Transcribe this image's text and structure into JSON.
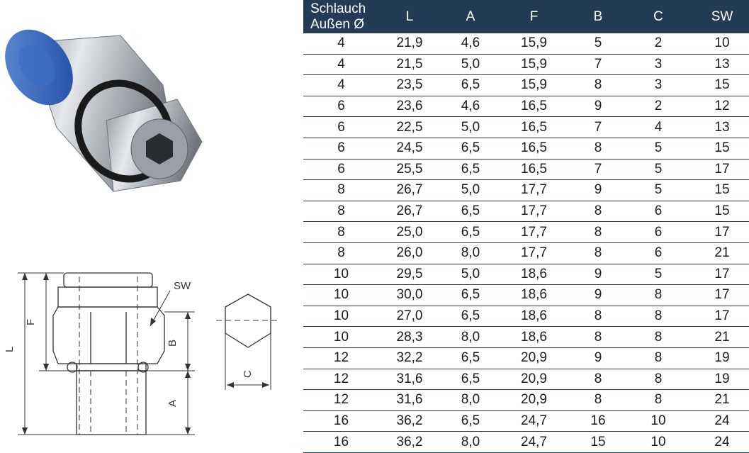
{
  "drawing": {
    "labels": {
      "sw": "SW",
      "l": "L",
      "f": "F",
      "b": "B",
      "a": "A",
      "c": "C"
    }
  },
  "table": {
    "headers": [
      {
        "line1": "Schlauch",
        "line2": "Außen Ø"
      },
      {
        "line1": "L"
      },
      {
        "line1": "A"
      },
      {
        "line1": "F"
      },
      {
        "line1": "B"
      },
      {
        "line1": "C"
      },
      {
        "line1": "SW"
      }
    ],
    "rows": [
      [
        "4",
        "21,9",
        "4,6",
        "15,9",
        "5",
        "2",
        "10"
      ],
      [
        "4",
        "21,5",
        "5,0",
        "15,9",
        "7",
        "3",
        "13"
      ],
      [
        "4",
        "23,5",
        "6,5",
        "15,9",
        "8",
        "3",
        "15"
      ],
      [
        "6",
        "23,6",
        "4,6",
        "16,5",
        "9",
        "2",
        "12"
      ],
      [
        "6",
        "22,5",
        "5,0",
        "16,5",
        "7",
        "4",
        "13"
      ],
      [
        "6",
        "24,5",
        "6,5",
        "16,5",
        "8",
        "5",
        "15"
      ],
      [
        "6",
        "25,5",
        "6,5",
        "16,5",
        "7",
        "5",
        "17"
      ],
      [
        "8",
        "26,7",
        "5,0",
        "17,7",
        "9",
        "5",
        "15"
      ],
      [
        "8",
        "26,7",
        "6,5",
        "17,7",
        "8",
        "6",
        "15"
      ],
      [
        "8",
        "25,0",
        "6,5",
        "17,7",
        "8",
        "6",
        "17"
      ],
      [
        "8",
        "26,0",
        "8,0",
        "17,7",
        "8",
        "6",
        "21"
      ],
      [
        "10",
        "29,5",
        "5,0",
        "18,6",
        "9",
        "5",
        "17"
      ],
      [
        "10",
        "30,0",
        "6,5",
        "18,6",
        "9",
        "8",
        "17"
      ],
      [
        "10",
        "27,0",
        "6,5",
        "18,6",
        "8",
        "8",
        "17"
      ],
      [
        "10",
        "28,3",
        "8,0",
        "18,6",
        "8",
        "8",
        "21"
      ],
      [
        "12",
        "32,2",
        "6,5",
        "20,9",
        "9",
        "8",
        "19"
      ],
      [
        "12",
        "31,6",
        "6,5",
        "20,9",
        "8",
        "8",
        "19"
      ],
      [
        "12",
        "31,6",
        "8,0",
        "20,9",
        "8",
        "8",
        "21"
      ],
      [
        "16",
        "36,2",
        "6,5",
        "24,7",
        "16",
        "10",
        "24"
      ],
      [
        "16",
        "36,2",
        "8,0",
        "24,7",
        "15",
        "10",
        "24"
      ]
    ]
  }
}
